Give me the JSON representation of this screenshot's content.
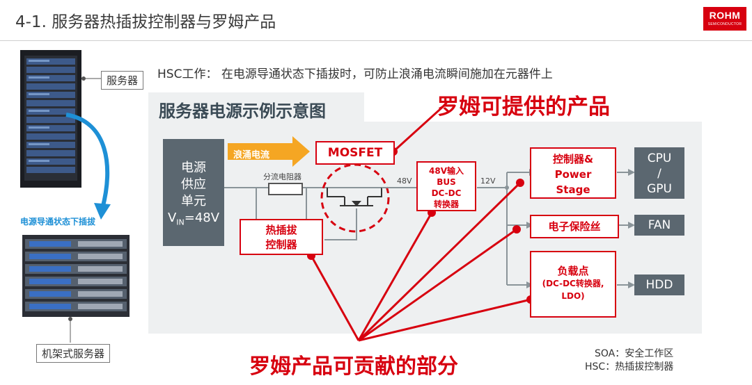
{
  "title": "4-1. 服务器热插拔控制器与罗姆产品",
  "logo": {
    "brand": "ROHM",
    "sub": "SEMICONDUCTOR"
  },
  "callouts": {
    "server": "服务器",
    "rack_server": "机架式服务器"
  },
  "plug_label": "电源导通状态下插拔",
  "hsc_description": "HSC工作： 在电源导通状态下插拔时，可防止浪涌电流瞬间施加在元器件上",
  "diagram_title": "服务器电源示例示意图",
  "rohm_offer": "罗姆可提供的产品",
  "rohm_contrib": "罗姆产品可贡献的部分",
  "diagram": {
    "psu": {
      "line1": "电源",
      "line2": "供应",
      "line3": "单元",
      "vin_prefix": "V",
      "vin_sub": "IN",
      "vin_value": "=48V"
    },
    "inrush": "浪涌电流",
    "mosfet": "MOSFET",
    "shunt": "分流电阻器",
    "hsc": {
      "line1": "热插拔",
      "line2": "控制器"
    },
    "v48": "48V",
    "v12": "12V",
    "bus_conv": {
      "line1": "48V输入",
      "line2": "BUS",
      "line3": "DC-DC",
      "line4": "转换器"
    },
    "ctrl": {
      "line1": "控制器&",
      "line2": "Power",
      "line3": "Stage"
    },
    "efuse": "电子保险丝",
    "pol": {
      "line1": "负载点",
      "line2": "(DC-DC转换器,",
      "line3": "LDO)"
    },
    "cpu": {
      "line1": "CPU",
      "line2": "/",
      "line3": "GPU"
    },
    "fan": "FAN",
    "hdd": "HDD"
  },
  "notes": {
    "soa": "SOA：安全工作区",
    "hsc": "HSC：热插拔控制器"
  },
  "colors": {
    "accent_red": "#d7000f",
    "dark_grey": "#5b6770",
    "panel_bg": "#eef0f1",
    "arrow_orange": "#f5a623",
    "arrow_blue": "#1e90d6"
  }
}
